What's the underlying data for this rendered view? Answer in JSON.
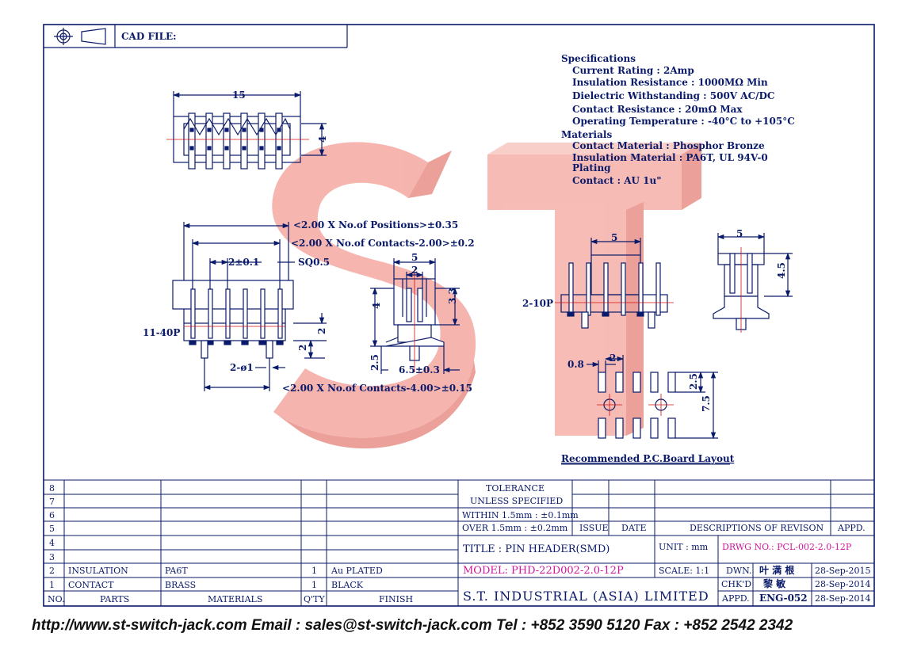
{
  "header": {
    "cad_file_label": "CAD FILE:"
  },
  "specs": {
    "specifications_heading": "Specifications",
    "lines": [
      "Current Rating : 2Amp",
      "Insulation Resistance : 1000MΩ Min",
      "Dielectric Withstanding : 500V AC/DC",
      "Contact Resistance : 20mΩ Max",
      "Operating Temperature : -40°C to +105°C"
    ],
    "materials_heading": "Materials",
    "material_lines": [
      "Contact Material : Phosphor Bronze",
      "Insulation Material : PA6T, UL 94V-0"
    ],
    "plating_heading": "Plating",
    "plating_lines": [
      "Contact : AU 1u\""
    ]
  },
  "watermark": {
    "text": "ST"
  },
  "dims": {
    "top_width": "15",
    "top_height": "4",
    "positions": "<2.00 X No.of Positions>±0.35",
    "contacts": "<2.00 X No.of Contacts-2.00>±0.2",
    "pitch": "2±0.1",
    "sq": "SQ0.5",
    "range_label": "11-40P",
    "h2a": "2",
    "h2b": "2",
    "post": "2-ø1",
    "bottom": "<2.00 X No.of Contacts-4.00>±0.15",
    "side_w5": "5",
    "side_w2": "2",
    "side_h4": "4",
    "side_h33": "3.3",
    "side_h25": "2.5",
    "side_w65": "6.5±0.3",
    "right_label": "2-10P",
    "right_w5": "5",
    "far_w5": "5",
    "far_h45": "4.5",
    "pcb_08": "0.8",
    "pcb_2": "2",
    "pcb_25": "2.5",
    "pcb_75": "7.5",
    "pcb_title": "Recommended P.C.Board Layout"
  },
  "table": {
    "rows": [
      {
        "no": "8",
        "parts": "",
        "materials": "",
        "qty": "",
        "finish": ""
      },
      {
        "no": "7",
        "parts": "",
        "materials": "",
        "qty": "",
        "finish": ""
      },
      {
        "no": "6",
        "parts": "",
        "materials": "",
        "qty": "",
        "finish": ""
      },
      {
        "no": "5",
        "parts": "",
        "materials": "",
        "qty": "",
        "finish": ""
      },
      {
        "no": "4",
        "parts": "",
        "materials": "",
        "qty": "",
        "finish": ""
      },
      {
        "no": "3",
        "parts": "",
        "materials": "",
        "qty": "",
        "finish": ""
      },
      {
        "no": "2",
        "parts": "INSULATION",
        "materials": "PA6T",
        "qty": "1",
        "finish": "Au PLATED"
      },
      {
        "no": "1",
        "parts": "CONTACT",
        "materials": "BRASS",
        "qty": "1",
        "finish": "BLACK"
      }
    ],
    "headers": {
      "no": "NO.",
      "parts": "PARTS",
      "materials": "MATERIALS",
      "qty": "Q'TY",
      "finish": "FINISH"
    }
  },
  "title_block": {
    "tolerance": "TOLERANCE",
    "unless": "UNLESS   SPECIFIED",
    "within": "WITHIN  1.5mm : ±0.1mm",
    "over": "OVER    1.5mm : ±0.2mm",
    "issue": "ISSUE",
    "date": "DATE",
    "descriptions": "DESCRIPTIONS  OF  REVISON",
    "appd_head": "APPD.",
    "title": "TITLE  :  PIN  HEADER(SMD)",
    "unit": "UNIT  :   mm",
    "drwg": "DRWG  NO.:  PCL-002-2.0-12P",
    "model": "MODEL:  PHD-22D002-2.0-12P",
    "scale": "SCALE:   1:1",
    "dwn": "DWN.",
    "dwn_name": "叶 满 根",
    "dwn_date": "28-Sep-2015",
    "chkd": "CHK'D",
    "chkd_name": "黎 敏",
    "chkd_date": "28-Sep-2014",
    "company": "S.T.  INDUSTRIAL  (ASIA)  LIMITED",
    "appd": "APPD.",
    "appd_name": "ENG-052",
    "appd_date": "28-Sep-2014"
  },
  "footer": {
    "text": "http://www.st-switch-jack.com  Email : sales@st-switch-jack.com  Tel : +852 3590 5120  Fax : +852 2542 2342"
  },
  "colors": {
    "border": "#0a1a6a",
    "watermark": "#f08a80",
    "magenta": "#d0169a",
    "red": "#d01010"
  }
}
